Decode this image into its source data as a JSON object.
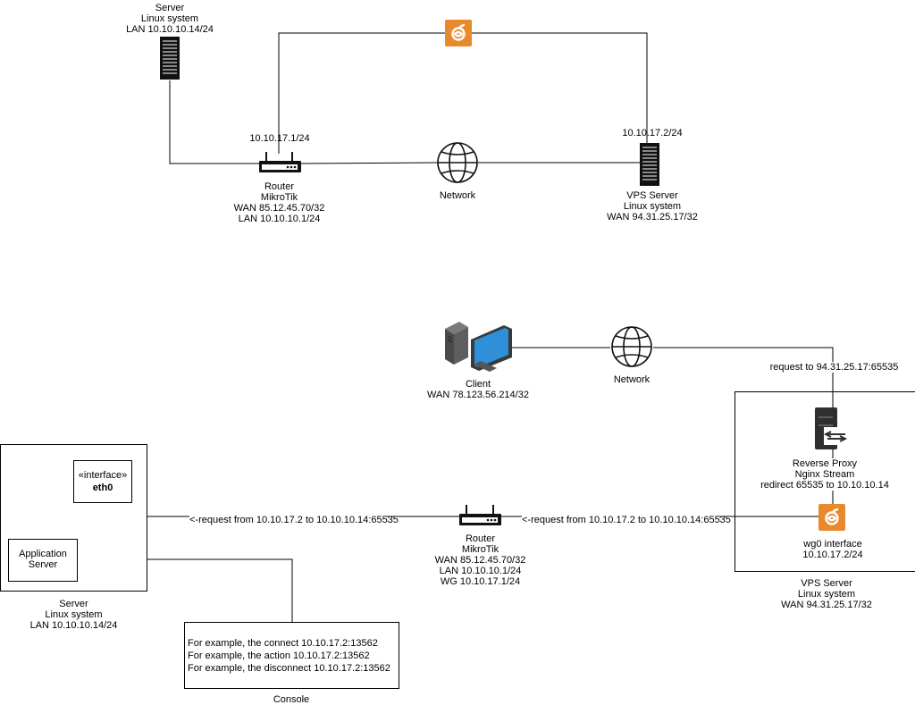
{
  "top": {
    "server_label": "Server\nLinux system\nLAN 10.10.10.14/24",
    "router_ip": "10.10.17.1/24",
    "router_label": "Router\nMikroTik\nWAN 85.12.45.70/32\nLAN 10.10.10.1/24",
    "network_label": "Network",
    "vps_ip": "10.10.17.2/24",
    "vps_label": "VPS Server\nLinux system\nWAN 94.31.25.17/32"
  },
  "bottom": {
    "client_label": "Client\nWAN 78.123.56.214/32",
    "network_label": "Network",
    "request_vps": "request to 94.31.25.17:65535",
    "proxy_label": "Reverse Proxy\nNginx Stream\nredirect 65535 to 10.10.10.14",
    "wg0_label": "wg0 interface\n10.10.17.2/24",
    "vps_label": "VPS Server\nLinux system\nWAN 94.31.25.17/32",
    "router_label": "Router\nMikroTik\nWAN 85.12.45.70/32\nLAN 10.10.10.1/24\nWG 10.10.17.1/24",
    "request_router_to_server": "<-request from 10.10.17.2 to 10.10.10.14:65535",
    "request_vps_to_router": "<-request from 10.10.17.2 to 10.10.10.14:65535",
    "interface_stereotype": "«interface»",
    "interface_name": "eth0",
    "app_server": "Application\nServer",
    "server_label": "Server\nLinux system\nLAN 10.10.10.14/24",
    "console_lines": [
      "For example, the connect 10.10.17.2:13562",
      "For example, the action 10.10.17.2:13562",
      "For example, the disconnect 10.10.17.2:13562"
    ],
    "console_label": "Console"
  },
  "colors": {
    "wireguard": "#e8892c",
    "line": "#000000",
    "server_dark": "#2f2f2f",
    "monitor_blue": "#2f8fd8"
  },
  "icons": [
    "server-rack-icon",
    "router-icon",
    "globe-icon",
    "wireguard-icon",
    "desktop-computer-icon",
    "proxy-server-icon"
  ]
}
